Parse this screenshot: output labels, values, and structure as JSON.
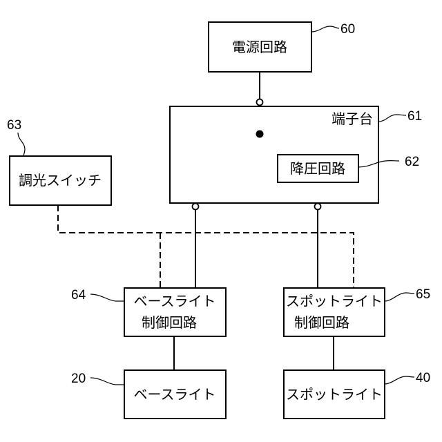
{
  "blocks": {
    "power_circuit": "電源回路",
    "terminal_block": "端子台",
    "step_down_circuit": "降圧回路",
    "dimmer_switch": "調光スイッチ",
    "base_light_control_line1": "ベースライト",
    "base_light_control_line2": "制御回路",
    "spot_light_control_line1": "スポットライト",
    "spot_light_control_line2": "制御回路",
    "base_light": "ベースライト",
    "spot_light": "スポットライト"
  },
  "refs": {
    "power_circuit": "60",
    "terminal_block": "61",
    "step_down_circuit": "62",
    "dimmer_switch": "63",
    "base_light_control": "64",
    "spot_light_control": "65",
    "base_light": "20",
    "spot_light": "40"
  }
}
